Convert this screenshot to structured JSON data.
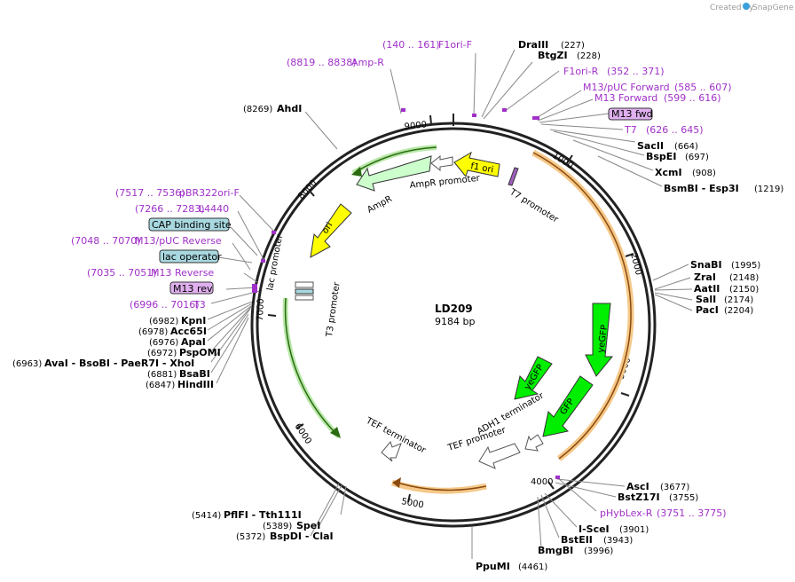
{
  "credit": {
    "prefix": "Created by",
    "brand": "SnapGene"
  },
  "plasmid": {
    "name": "LD209",
    "size_label": "9184 bp",
    "size_bp": 9184
  },
  "ticks": [
    "1000",
    "2000",
    "3000",
    "4000",
    "5000",
    "6000",
    "7000",
    "8000",
    "9000"
  ],
  "features": [
    {
      "label": "f1 ori",
      "color": "#ffff00"
    },
    {
      "label": "AmpR promoter",
      "color": "#ffffff"
    },
    {
      "label": "AmpR",
      "color": "#ccffcc"
    },
    {
      "label": "ori",
      "color": "#ffff00"
    },
    {
      "label": "lac promoter",
      "color": "#ffffff"
    },
    {
      "label": "T3 promoter",
      "color": "#ffffff"
    },
    {
      "label": "T7 promoter",
      "color": "#ffffff"
    },
    {
      "label": "yeGFP",
      "color": "#00ee00"
    },
    {
      "label": "yeGFP",
      "color": "#00ee00"
    },
    {
      "label": "GFP",
      "color": "#00ee00"
    },
    {
      "label": "ADH1 terminator",
      "color": "#ffffff"
    },
    {
      "label": "TEF promoter",
      "color": "#ffffff"
    },
    {
      "label": "TEF terminator",
      "color": "#ffffff"
    }
  ],
  "sites": [
    {
      "name": "DraIII",
      "pos": "(227)"
    },
    {
      "name": "BtgZI",
      "pos": "(228)"
    },
    {
      "name": "SacII",
      "pos": "(664)"
    },
    {
      "name": "BspEI",
      "pos": "(697)"
    },
    {
      "name": "XcmI",
      "pos": "(908)"
    },
    {
      "name": "BsmBI - Esp3I",
      "pos": "(1219)"
    },
    {
      "name": "SnaBI",
      "pos": "(1995)"
    },
    {
      "name": "ZraI",
      "pos": "(2148)"
    },
    {
      "name": "AatII",
      "pos": "(2150)"
    },
    {
      "name": "SalI",
      "pos": "(2174)"
    },
    {
      "name": "PacI",
      "pos": "(2204)"
    },
    {
      "name": "AscI",
      "pos": "(3677)"
    },
    {
      "name": "BstZ17I",
      "pos": "(3755)"
    },
    {
      "name": "I-SceI",
      "pos": "(3901)"
    },
    {
      "name": "BstEII",
      "pos": "(3943)"
    },
    {
      "name": "BmgBI",
      "pos": "(3996)"
    },
    {
      "name": "PpuMI",
      "pos": "(4461)"
    },
    {
      "name": "PflFI - Tth111I",
      "pos": "(5414)"
    },
    {
      "name": "SpeI",
      "pos": "(5389)"
    },
    {
      "name": "BspDI - ClaI",
      "pos": "(5372)"
    },
    {
      "name": "HindIII",
      "pos": "(6847)"
    },
    {
      "name": "BsaBI",
      "pos": "(6881)"
    },
    {
      "name": "AvaI - BsoBI - PaeR7I - XhoI",
      "pos": "(6963)"
    },
    {
      "name": "PspOMI",
      "pos": "(6972)"
    },
    {
      "name": "ApaI",
      "pos": "(6976)"
    },
    {
      "name": "Acc65I",
      "pos": "(6978)"
    },
    {
      "name": "KpnI",
      "pos": "(6982)"
    },
    {
      "name": "AhdI",
      "pos": "(8269)"
    }
  ],
  "primers": [
    {
      "name": "F1ori-F",
      "range": "(140 .. 161)"
    },
    {
      "name": "Amp-R",
      "range": "(8819 .. 8838)"
    },
    {
      "name": "F1ori-R",
      "range": "(352 .. 371)"
    },
    {
      "name": "M13/pUC Forward",
      "range": "(585 .. 607)"
    },
    {
      "name": "M13 Forward",
      "range": "(599 .. 616)"
    },
    {
      "name": "T7",
      "range": "(626 .. 645)"
    },
    {
      "name": "pHybLex-R",
      "range": "(3751 .. 3775)"
    },
    {
      "name": "pBR322ori-F",
      "range": "(7517 .. 7536)"
    },
    {
      "name": "L4440",
      "range": "(7266 .. 7283)"
    },
    {
      "name": "M13/pUC Reverse",
      "range": "(7048 .. 7070)"
    },
    {
      "name": "M13 Reverse",
      "range": "(7035 .. 7051)"
    },
    {
      "name": "T3",
      "range": "(6996 .. 7016)"
    }
  ],
  "boxes": [
    {
      "label": "M13 fwd",
      "color": "#e0b0f0"
    },
    {
      "label": "CAP binding site",
      "color": "#a8d8e0"
    },
    {
      "label": "lac operator",
      "color": "#a8d8e0"
    },
    {
      "label": "M13 rev",
      "color": "#e0b0f0"
    }
  ]
}
